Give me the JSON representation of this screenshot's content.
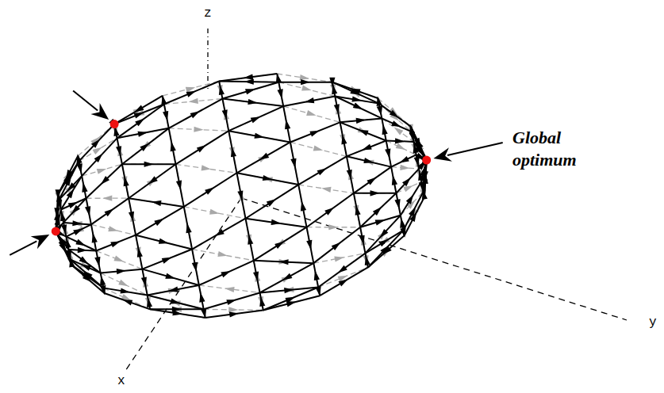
{
  "diagram": {
    "labels": [
      "z",
      "x",
      "y",
      "Global optimum"
    ]
  }
}
